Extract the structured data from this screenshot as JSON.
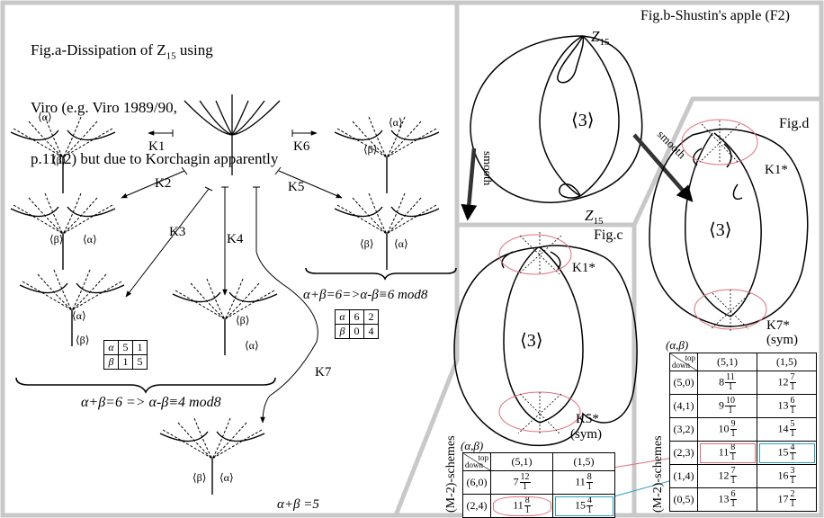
{
  "titles": {
    "fig_a": [
      "Fig.a-Dissipation of Z",
      "Viro (e.g. Viro 1989/90,",
      "p.1112) but due to Korchagin apparently"
    ],
    "fig_a_sub": "15",
    "fig_a_tail": " using",
    "fig_b": "Fig.b-Shustin's apple (F2)",
    "fig_c": "Fig.c",
    "fig_d": "Fig.d"
  },
  "labels": {
    "z15_top": "Z",
    "z15_bottom": "Z",
    "z15_sub": "15",
    "oval_b": "⟨3⟩",
    "oval_c": "⟨3⟩",
    "oval_d": "⟨3⟩",
    "smooth_left": "smooth",
    "smooth_right": "smooth",
    "k1": "K1",
    "k2": "K2",
    "k3": "K3",
    "k4": "K4",
    "k5": "K5",
    "k6": "K6",
    "k7": "K7",
    "k1star_c": "K1*",
    "k5star_c": "K5*",
    "sym_c": "(sym)",
    "k1star_d": "K1*",
    "k7star_d": "K7*",
    "sym_d": "(sym)",
    "alpha": "⟨α⟩",
    "beta": "⟨β⟩",
    "eq_left": "α+β=6 => α-β≡4 mod8",
    "eq_right": "α+β=6=>α-β≡6 mod8",
    "eq_bottom": "α+β =5",
    "schemes_c": "(M-2)-schemes",
    "schemes_d": "(M-2)-schemes",
    "ab_c": "(α,β)",
    "ab_d": "(α,β)",
    "top": "top",
    "down": "down"
  },
  "table_k3": {
    "rows": [
      {
        "head": "α",
        "cells": [
          "5",
          "1"
        ]
      },
      {
        "head": "β",
        "cells": [
          "1",
          "5"
        ]
      }
    ]
  },
  "table_k5": {
    "rows": [
      {
        "head": "α",
        "cells": [
          "6",
          "2"
        ]
      },
      {
        "head": "β",
        "cells": [
          "0",
          "4"
        ]
      }
    ]
  },
  "table_c": {
    "cols": [
      "(5,1)",
      "(1,5)"
    ],
    "rows": [
      {
        "head": "(6,0)",
        "cells": [
          [
            "7",
            "12",
            "1"
          ],
          [
            "11",
            "8",
            "1"
          ]
        ]
      },
      {
        "head": "(2,4)",
        "cells": [
          [
            "11",
            "8",
            "1"
          ],
          [
            "15",
            "4",
            "1"
          ]
        ]
      }
    ]
  },
  "table_d": {
    "cols": [
      "(5,1)",
      "(1,5)"
    ],
    "rows": [
      {
        "head": "(5,0)",
        "cells": [
          [
            "8",
            "11",
            "1"
          ],
          [
            "12",
            "7",
            "1"
          ]
        ]
      },
      {
        "head": "(4,1)",
        "cells": [
          [
            "9",
            "10",
            "1"
          ],
          [
            "13",
            "6",
            "1"
          ]
        ]
      },
      {
        "head": "(3,2)",
        "cells": [
          [
            "10",
            "9",
            "1"
          ],
          [
            "14",
            "5",
            "1"
          ]
        ]
      },
      {
        "head": "(2,3)",
        "cells": [
          [
            "11",
            "8",
            "1"
          ],
          [
            "15",
            "4",
            "1"
          ]
        ]
      },
      {
        "head": "(1,4)",
        "cells": [
          [
            "12",
            "7",
            "1"
          ],
          [
            "16",
            "3",
            "1"
          ]
        ]
      },
      {
        "head": "(0,5)",
        "cells": [
          [
            "13",
            "6",
            "1"
          ],
          [
            "17",
            "2",
            "1"
          ]
        ]
      }
    ]
  },
  "colors": {
    "panel_border": "#c8c8c8",
    "highlight_red": "#e0707a",
    "highlight_blue": "#2aa0c8"
  }
}
